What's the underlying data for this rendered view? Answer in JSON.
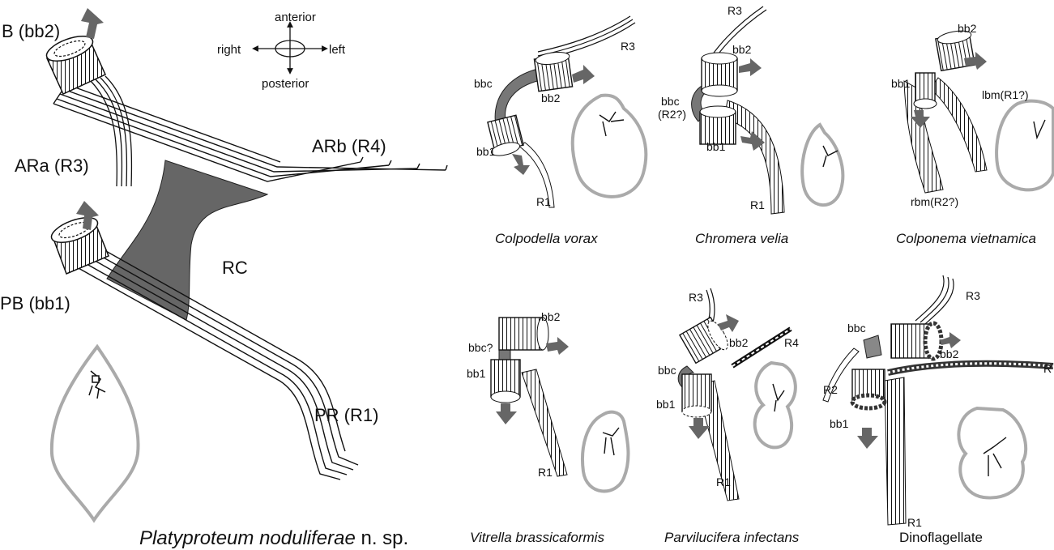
{
  "main_panel": {
    "labels": {
      "bb2": "B (bb2)",
      "bb1": "PB (bb1)",
      "ara": "ARa (R3)",
      "arb": "ARb (R4)",
      "rc": "RC",
      "pr": "PR (R1)"
    },
    "axes": {
      "anterior": "anterior",
      "posterior": "posterior",
      "right": "right",
      "left": "left"
    },
    "caption": {
      "genus_species": "Platyproteum noduliferae",
      "suffix": " n. sp."
    }
  },
  "panels": [
    {
      "caption": "Colpodella vorax",
      "labels": {
        "bbc": "bbc",
        "bb2": "bb2",
        "bb1": "bb1",
        "r3": "R3",
        "r1": "R1"
      }
    },
    {
      "caption": "Chromera velia",
      "labels": {
        "bbc": "bbc",
        "bbc_q": "(R2?)",
        "bb2": "bb2",
        "bb1": "bb1",
        "r3": "R3",
        "r1": "R1"
      }
    },
    {
      "caption": "Colponema vietnamica",
      "labels": {
        "bb2": "bb2",
        "bb1": "bb1",
        "lbm": "lbm(R1?)",
        "rbm": "rbm(R2?)"
      }
    },
    {
      "caption": "Vitrella brassicaformis",
      "labels": {
        "bbc": "bbc?",
        "bb2": "bb2",
        "bb1": "bb1",
        "r1": "R1"
      }
    },
    {
      "caption": "Parvilucifera infectans",
      "labels": {
        "r3": "R3",
        "bb2": "bb2",
        "r4": "R4",
        "bbc": "bbc",
        "bb1": "bb1",
        "r1": "R1"
      }
    },
    {
      "caption": "Dinoflagellate",
      "labels": {
        "r3": "R3",
        "bbc": "bbc",
        "bb2": "bb2",
        "r2": "R2",
        "bb1": "bb1",
        "r1": "R1",
        "r4": "R"
      }
    }
  ]
}
